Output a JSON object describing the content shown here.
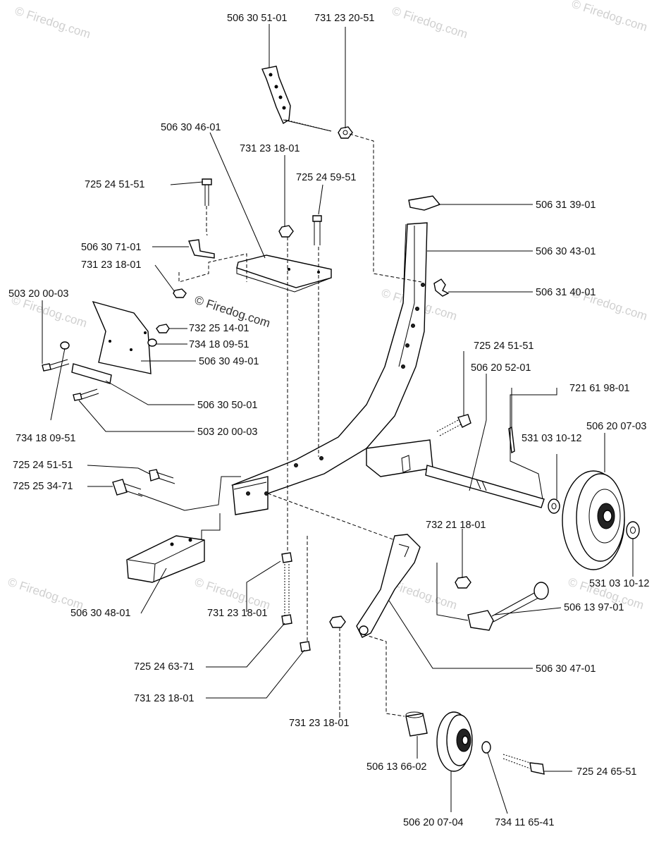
{
  "watermark": {
    "text": "© Firedog.com",
    "center_text": "© Firedog.com"
  },
  "part_numbers": [
    "506 30 51-01",
    "731 23 20-51",
    "506 30 46-01",
    "731 23 18-01",
    "725 24 59-51",
    "725 24 51-51",
    "506 31 39-01",
    "506 30 71-01",
    "506 30 43-01",
    "731 23 18-01",
    "506 31 40-01",
    "503 20 00-03",
    "732 25 14-01",
    "734 18 09-51",
    "506 30 49-01",
    "506 30 50-01",
    "503 20 00-03",
    "734 18 09-51",
    "725 24 51-51",
    "506 20 52-01",
    "721 61 98-01",
    "506 20 07-03",
    "531 03 10-12",
    "725 24 51-51",
    "725 25 34-71",
    "732 21 18-01",
    "506 30 48-01",
    "731 23 18-01",
    "531 03 10-12",
    "506 13 97-01",
    "725 24 63-71",
    "506 30 47-01",
    "731 23 18-01",
    "731 23 18-01",
    "506 13 66-02",
    "725 24 65-51",
    "506 20 07-04",
    "734 11 65-41"
  ]
}
